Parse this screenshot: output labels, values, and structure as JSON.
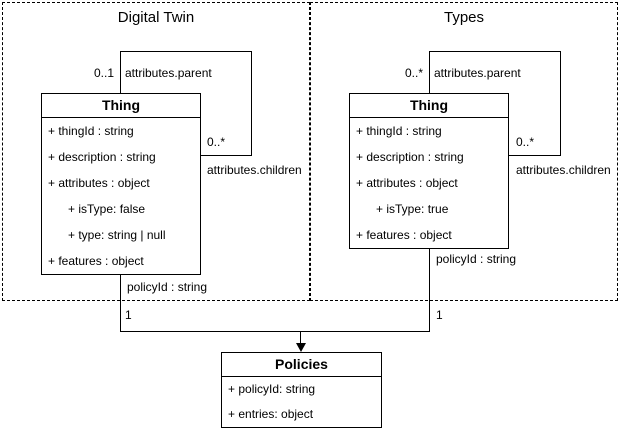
{
  "diagram": {
    "digital_twin": {
      "title": "Digital Twin",
      "thing": {
        "title": "Thing",
        "rows": {
          "thing_id": "+ thingId : string",
          "description": "+ description : string",
          "attributes": "+ attributes : object",
          "is_type": "+ isType: false",
          "type": "+ type: string | null",
          "features": "+ features : object"
        }
      },
      "parent_multiplicity": "0..1",
      "parent_label": "attributes.parent",
      "children_multiplicity": "0..*",
      "children_label": "attributes.children",
      "policy_edge_label": "policyId : string",
      "policy_multiplicity": "1"
    },
    "types": {
      "title": "Types",
      "thing": {
        "title": "Thing",
        "rows": {
          "thing_id": "+ thingId : string",
          "description": "+ description : string",
          "attributes": "+ attributes : object",
          "is_type": "+ isType: true",
          "features": "+ features : object"
        }
      },
      "parent_multiplicity": "0..*",
      "parent_label": "attributes.parent",
      "children_multiplicity": "0..*",
      "children_label": "attributes.children",
      "policy_edge_label": "policyId : string",
      "policy_multiplicity": "1"
    },
    "policies": {
      "title": "Policies",
      "rows": {
        "policy_id": "+ policyId: string",
        "entries": "+ entries: object"
      }
    },
    "colors": {
      "line": "#000000",
      "background": "#ffffff",
      "text": "#000000"
    }
  }
}
